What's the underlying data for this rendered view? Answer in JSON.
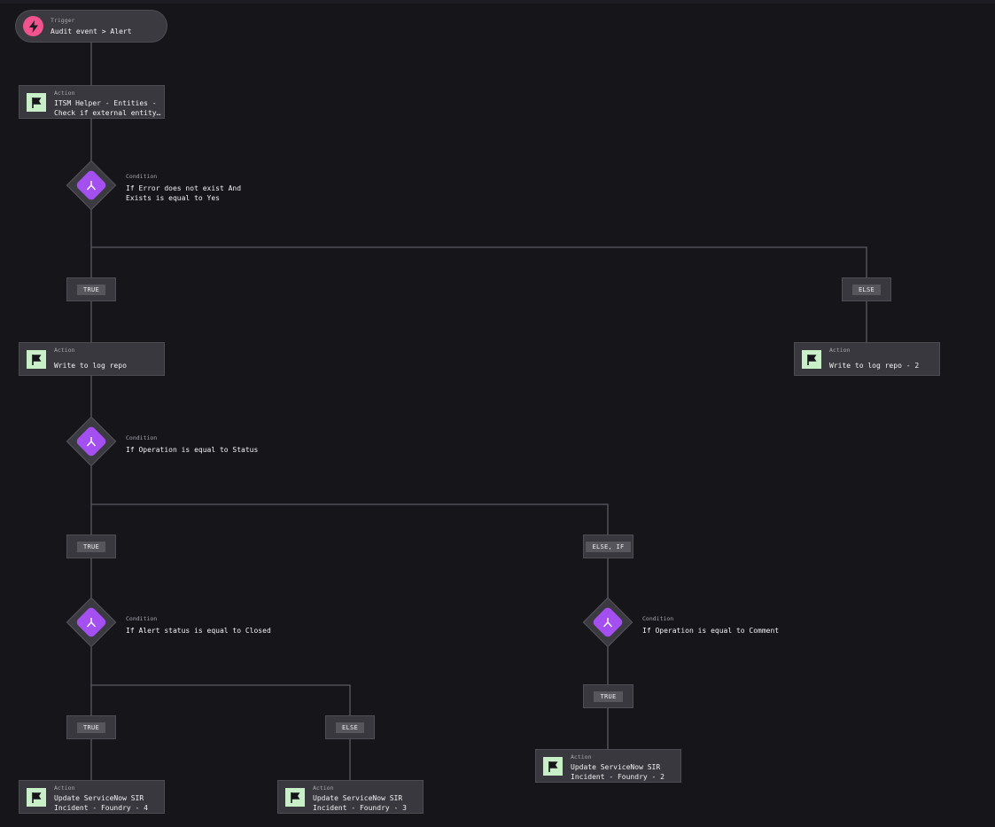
{
  "trigger": {
    "kicker": "Trigger",
    "title": "Audit event > Alert",
    "icon": "lightning-icon",
    "color": "#f0538e"
  },
  "colors": {
    "background": "#15151a",
    "node": "#38383e",
    "connector": "#5a5a62",
    "action_icon_bg": "#c9efc9",
    "condition_core": "#a44ff0"
  },
  "actions": {
    "a1": {
      "kicker": "Action",
      "line1": "ITSM Helper - Entities -",
      "line2": "Check if external entity…"
    },
    "a2": {
      "kicker": "Action",
      "line1": "Write to log repo",
      "line2": ""
    },
    "a3": {
      "kicker": "Action",
      "line1": "Write to log repo - 2",
      "line2": ""
    },
    "a4": {
      "kicker": "Action",
      "line1": "Update ServiceNow SIR",
      "line2": "Incident - Foundry - 4"
    },
    "a5": {
      "kicker": "Action",
      "line1": "Update ServiceNow SIR",
      "line2": "Incident - Foundry - 3"
    },
    "a6": {
      "kicker": "Action",
      "line1": "Update ServiceNow SIR",
      "line2": "Incident - Foundry - 2"
    }
  },
  "conditions": {
    "c1": {
      "kicker": "Condition",
      "text": "If Error does not exist And Exists is equal to Yes"
    },
    "c2": {
      "kicker": "Condition",
      "text": "If Operation is equal to Status"
    },
    "c3": {
      "kicker": "Condition",
      "text": "If Alert status is equal to Closed"
    },
    "c4": {
      "kicker": "Condition",
      "text": "If Operation is equal to Comment"
    }
  },
  "branches": {
    "b1_true": "TRUE",
    "b1_else": "ELSE",
    "b2_true": "TRUE",
    "b2_elseif": "ELSE, IF",
    "b3_true": "TRUE",
    "b3_else": "ELSE",
    "b4_true": "TRUE"
  }
}
